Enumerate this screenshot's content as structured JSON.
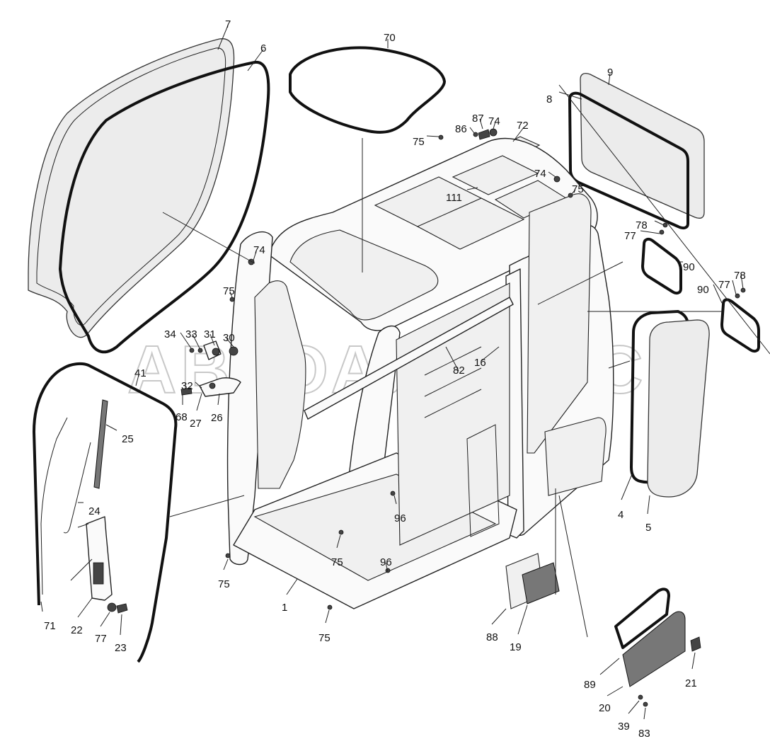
{
  "watermark": "АВТОАЛЬЯНС",
  "callouts": [
    {
      "id": "c7",
      "text": "7"
    },
    {
      "id": "c6",
      "text": "6"
    },
    {
      "id": "c70",
      "text": "70"
    },
    {
      "id": "c9",
      "text": "9"
    },
    {
      "id": "c8",
      "text": "8"
    },
    {
      "id": "c87",
      "text": "87"
    },
    {
      "id": "c74a",
      "text": "74"
    },
    {
      "id": "c86",
      "text": "86"
    },
    {
      "id": "c72",
      "text": "72"
    },
    {
      "id": "c75a",
      "text": "75"
    },
    {
      "id": "c74b",
      "text": "74"
    },
    {
      "id": "c75b",
      "text": "75"
    },
    {
      "id": "c111",
      "text": "111"
    },
    {
      "id": "c78a",
      "text": "78"
    },
    {
      "id": "c77a",
      "text": "77"
    },
    {
      "id": "c90a",
      "text": "90"
    },
    {
      "id": "c77b",
      "text": "77"
    },
    {
      "id": "c78b",
      "text": "78"
    },
    {
      "id": "c90b",
      "text": "90"
    },
    {
      "id": "c74c",
      "text": "74"
    },
    {
      "id": "c75c",
      "text": "75"
    },
    {
      "id": "c34",
      "text": "34"
    },
    {
      "id": "c33",
      "text": "33"
    },
    {
      "id": "c31",
      "text": "31"
    },
    {
      "id": "c30",
      "text": "30"
    },
    {
      "id": "c41",
      "text": "41"
    },
    {
      "id": "c32",
      "text": "32"
    },
    {
      "id": "c68",
      "text": "68"
    },
    {
      "id": "c27",
      "text": "27"
    },
    {
      "id": "c26",
      "text": "26"
    },
    {
      "id": "c16",
      "text": "16"
    },
    {
      "id": "c82",
      "text": "82"
    },
    {
      "id": "c25",
      "text": "25"
    },
    {
      "id": "c24",
      "text": "24"
    },
    {
      "id": "c4",
      "text": "4"
    },
    {
      "id": "c5",
      "text": "5"
    },
    {
      "id": "c96a",
      "text": "96"
    },
    {
      "id": "c75d",
      "text": "75"
    },
    {
      "id": "c96b",
      "text": "96"
    },
    {
      "id": "c75e",
      "text": "75"
    },
    {
      "id": "c1",
      "text": "1"
    },
    {
      "id": "c75f",
      "text": "75"
    },
    {
      "id": "c71",
      "text": "71"
    },
    {
      "id": "c22",
      "text": "22"
    },
    {
      "id": "c77c",
      "text": "77"
    },
    {
      "id": "c23",
      "text": "23"
    },
    {
      "id": "c88",
      "text": "88"
    },
    {
      "id": "c19",
      "text": "19"
    },
    {
      "id": "c89",
      "text": "89"
    },
    {
      "id": "c21",
      "text": "21"
    },
    {
      "id": "c20",
      "text": "20"
    },
    {
      "id": "c39",
      "text": "39"
    },
    {
      "id": "c83",
      "text": "83"
    }
  ]
}
